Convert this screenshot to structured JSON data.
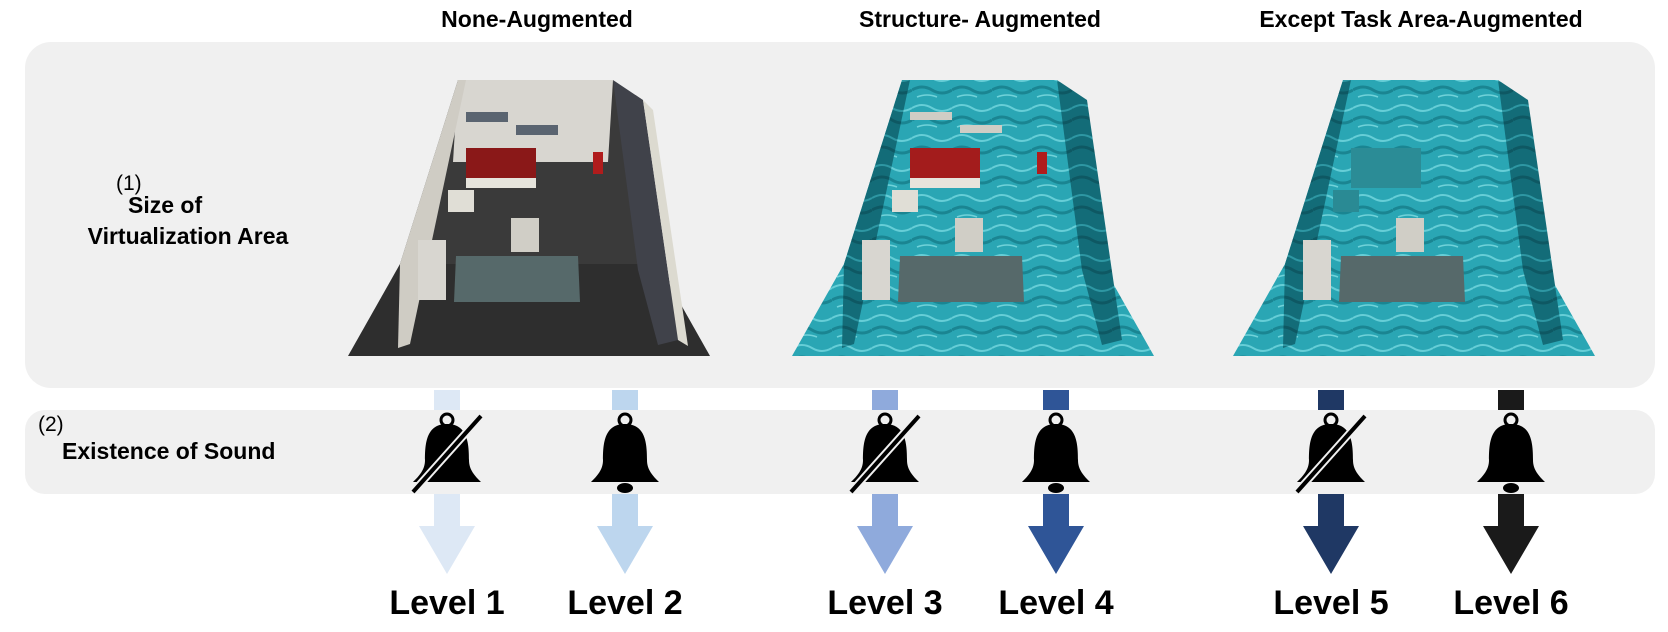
{
  "columns": [
    {
      "title": "None-Augmented"
    },
    {
      "title": "Structure- Augmented"
    },
    {
      "title": "Except Task Area-Augmented"
    }
  ],
  "rows": [
    {
      "number": "(1)",
      "label_line1": "Size of",
      "label_line2": "Virtualization Area"
    },
    {
      "number": "(2)",
      "label_line1": "Existence of Sound"
    }
  ],
  "levels": [
    {
      "label": "Level 1",
      "color": "#dde8f5",
      "sound": false
    },
    {
      "label": "Level 2",
      "color": "#bdd6ee",
      "sound": true
    },
    {
      "label": "Level 3",
      "color": "#8faadc",
      "sound": false
    },
    {
      "label": "Level 4",
      "color": "#2f5597",
      "sound": true
    },
    {
      "label": "Level 5",
      "color": "#1f3864",
      "sound": false
    },
    {
      "label": "Level 6",
      "color": "#1a1a1a",
      "sound": true
    }
  ],
  "icons": {
    "sound_on": "bell-icon",
    "sound_off": "muted-bell-icon"
  },
  "palette": {
    "band": "#f0f0f0",
    "floor_plain": "#2e2e2e",
    "wall_plain": "#d8d6d0",
    "water": "#2aa6b4",
    "bed": "#8a1818"
  }
}
